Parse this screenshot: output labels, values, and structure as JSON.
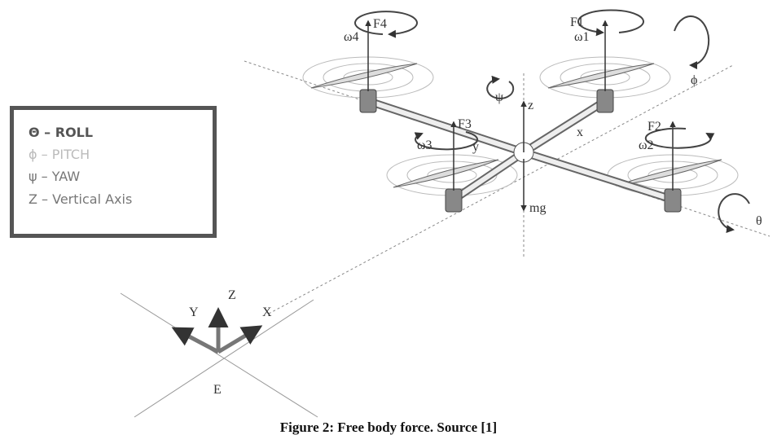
{
  "legend": {
    "items": [
      {
        "text": "Θ – ROLL",
        "color": "#555555"
      },
      {
        "text": "ϕ – PITCH",
        "color": "#bbbbbb"
      },
      {
        "text": "ψ – YAW",
        "color": "#777777"
      },
      {
        "text": "Z – Vertical Axis",
        "color": "#777777"
      }
    ]
  },
  "labels": {
    "f1": "F1",
    "f2": "F2",
    "f3": "F3",
    "f4": "F4",
    "w1": "ω1",
    "w2": "ω2",
    "w3": "ω3",
    "w4": "ω4",
    "psi": "ψ",
    "phi": "ϕ",
    "theta": "θ",
    "z": "z",
    "x": "x",
    "y": "y",
    "mg": "mg"
  },
  "earth_frame": {
    "x": "X",
    "y": "Y",
    "z": "Z",
    "e": "E"
  },
  "caption": "Figure 2: Free body force. Source [1]"
}
